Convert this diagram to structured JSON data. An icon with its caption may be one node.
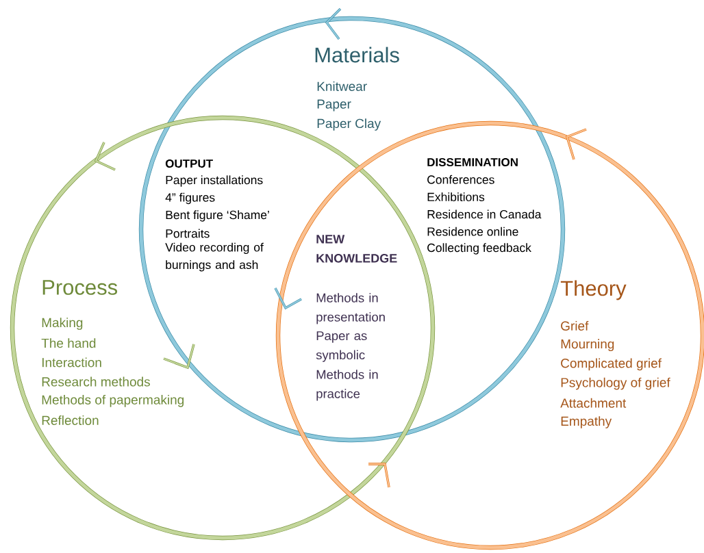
{
  "diagram": {
    "nodes": [
      {
        "text": [
          "Materials",
          "Knitwear",
          "Paper",
          "Paper Clay"
        ]
      },
      {
        "text": [
          "Process",
          "Making",
          "The hand",
          "Interaction",
          "Research methods",
          "Methods of papermaking",
          "Reflection"
        ]
      },
      {
        "text": [
          "Theory",
          "Grief",
          "Mourning",
          "Complicated grief",
          "Psychology of grief",
          "Attachment",
          "Empathy"
        ]
      }
    ],
    "labels": [
      "OUTPUT",
      "Paper installations",
      "4” figures",
      "Bent figure ‘Shame’",
      "Portraits",
      "Video recording of burnings and ash",
      "DISSEMINATION",
      "Conferences",
      "Exhibitions",
      "Residence in Canada",
      "Residence online",
      "Collecting feedback",
      "NEW KNOWLEDGE",
      "Methods in presentation",
      "Paper as symbolic",
      "Methods in practice"
    ]
  }
}
